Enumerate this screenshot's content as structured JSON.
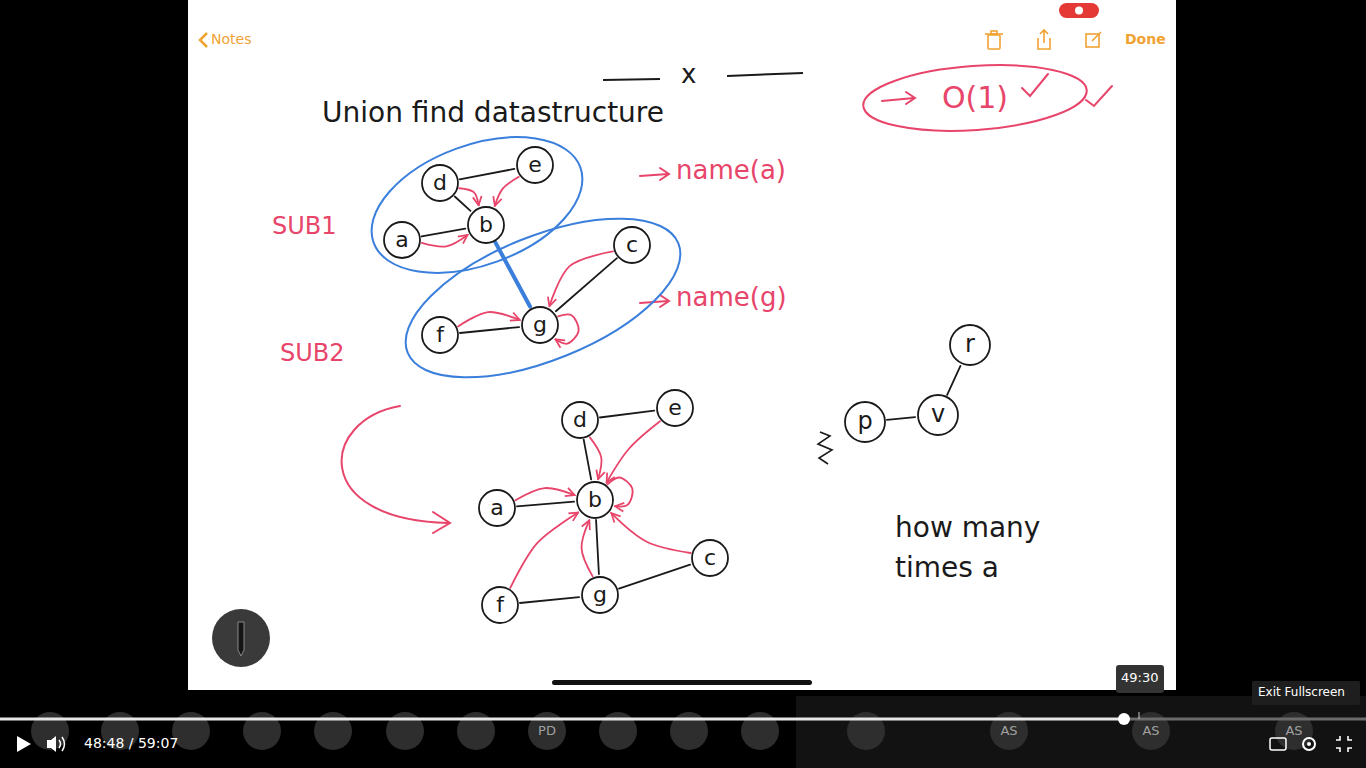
{
  "diagram": {
    "title": "Union find datastructure",
    "nodes": [
      {
        "text": [
          "O(1)"
        ]
      },
      {
        "text": [
          "SUB1"
        ]
      },
      {
        "text": [
          "d"
        ],
        "in": 1
      },
      {
        "text": [
          "e"
        ],
        "in": 1
      },
      {
        "text": [
          "b"
        ],
        "in": 1
      },
      {
        "text": [
          "a"
        ],
        "in": 1
      },
      {
        "text": [
          "SUB2"
        ]
      },
      {
        "text": [
          "c"
        ],
        "in": 6
      },
      {
        "text": [
          "g"
        ],
        "in": 6
      },
      {
        "text": [
          "f"
        ],
        "in": 6
      },
      {
        "text": [
          "d"
        ]
      },
      {
        "text": [
          "e"
        ]
      },
      {
        "text": [
          "a"
        ]
      },
      {
        "text": [
          "b"
        ]
      },
      {
        "text": [
          "c"
        ]
      },
      {
        "text": [
          "g"
        ]
      },
      {
        "text": [
          "f"
        ]
      },
      {
        "text": [
          "r"
        ]
      },
      {
        "text": [
          "v"
        ]
      },
      {
        "text": [
          "p"
        ]
      }
    ],
    "edges": [
      {
        "from": 2,
        "to": 3,
        "arrow": "none"
      },
      {
        "from": 2,
        "to": 4,
        "arrow": "none"
      },
      {
        "from": 5,
        "to": 4,
        "arrow": "none"
      },
      {
        "from": 7,
        "to": 8,
        "arrow": "none"
      },
      {
        "from": 9,
        "to": 8,
        "arrow": "none"
      },
      {
        "from": 4,
        "to": 8,
        "arrow": "none"
      },
      {
        "from": 2,
        "to": 4,
        "arrow": "to"
      },
      {
        "from": 3,
        "to": 4,
        "arrow": "to"
      },
      {
        "from": 5,
        "to": 4,
        "arrow": "to"
      },
      {
        "from": 7,
        "to": 8,
        "arrow": "to"
      },
      {
        "from": 9,
        "to": 8,
        "arrow": "to"
      },
      {
        "from": 8,
        "to": 8,
        "arrow": "to"
      },
      {
        "from": 10,
        "to": 11,
        "arrow": "none"
      },
      {
        "from": 10,
        "to": 13,
        "arrow": "none"
      },
      {
        "from": 12,
        "to": 13,
        "arrow": "none"
      },
      {
        "from": 13,
        "to": 15,
        "arrow": "none"
      },
      {
        "from": 16,
        "to": 15,
        "arrow": "none"
      },
      {
        "from": 15,
        "to": 14,
        "arrow": "none"
      },
      {
        "from": 10,
        "to": 13,
        "arrow": "to"
      },
      {
        "from": 11,
        "to": 13,
        "arrow": "to"
      },
      {
        "from": 12,
        "to": 13,
        "arrow": "to"
      },
      {
        "from": 16,
        "to": 13,
        "arrow": "to"
      },
      {
        "from": 15,
        "to": 13,
        "arrow": "to"
      },
      {
        "from": 14,
        "to": 13,
        "arrow": "to"
      },
      {
        "from": 13,
        "to": 13,
        "arrow": "to"
      },
      {
        "from": 19,
        "to": 18,
        "arrow": "none"
      },
      {
        "from": 18,
        "to": 17,
        "arrow": "none"
      }
    ],
    "labels": [
      "x",
      "name(a)",
      "name(g)",
      "how many times a",
      "Notes",
      "Done",
      "48:48 / 59:07",
      "49:30",
      "Exit Fullscreen",
      "PD",
      "AS",
      "AS",
      "AS"
    ]
  }
}
